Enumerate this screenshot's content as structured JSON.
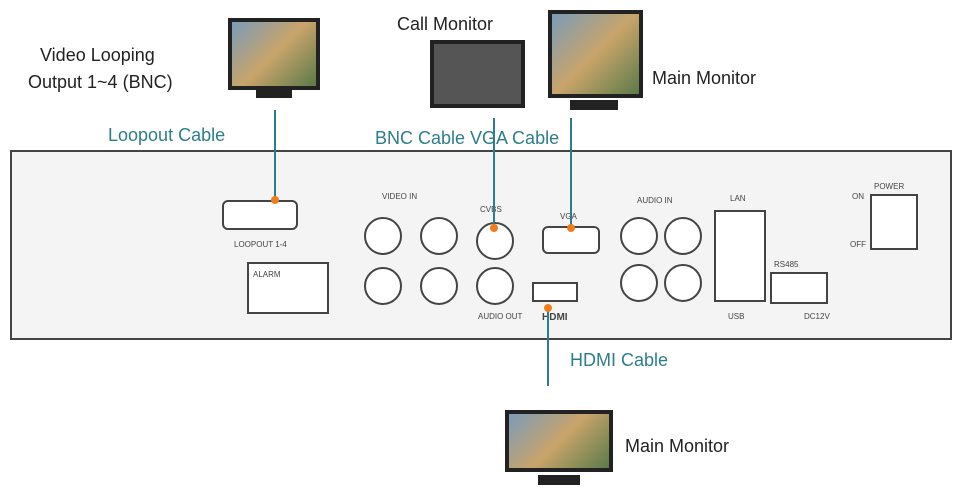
{
  "labels": {
    "video_looping": "Video Looping",
    "output": "Output 1~4 (BNC)",
    "call_monitor": "Call Monitor",
    "main_monitor_top": "Main Monitor",
    "main_monitor_bottom": "Main Monitor",
    "loopout_cable": "Loopout Cable",
    "bnc_vga_cable": "BNC Cable VGA Cable",
    "hdmi_cable": "HDMI Cable"
  },
  "panel": {
    "loopout": "LOOPOUT 1-4",
    "video_in": "VIDEO IN",
    "cvbs": "CVBS",
    "vga": "VGA",
    "audio_out": "AUDIO OUT",
    "hdmi": "HDMI",
    "audio_in": "AUDIO IN",
    "lan": "LAN",
    "usb": "USB",
    "power": "POWER",
    "on": "ON",
    "off": "OFF",
    "alarm": "ALARM",
    "dc": "DC12V",
    "rs485": "RS485"
  },
  "colors": {
    "cable": "#2e7d8c",
    "connector_dot": "#f07c1e"
  }
}
